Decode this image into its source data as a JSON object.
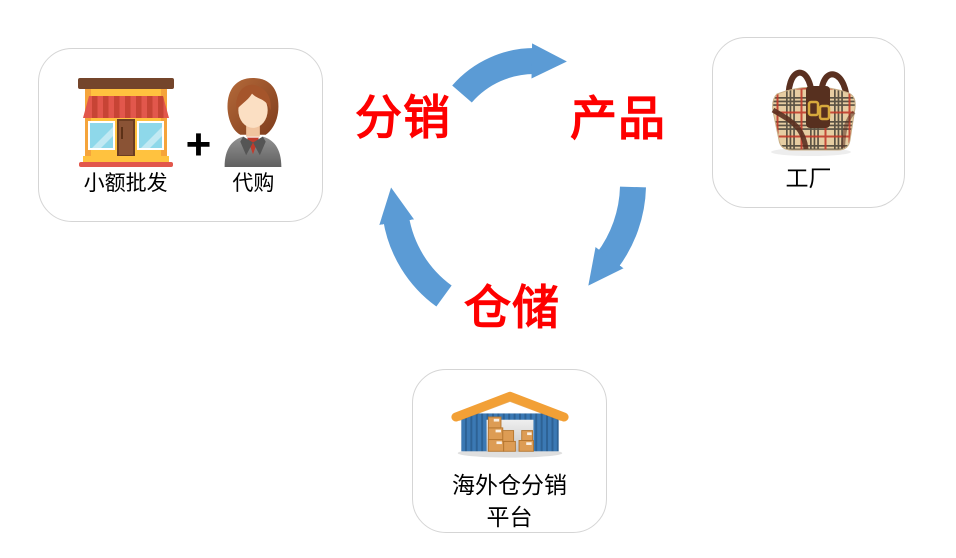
{
  "slide": {
    "background": "#FFFFFF"
  },
  "colors": {
    "arrow-blue": "#5B9BD5",
    "cycle-red": "#FE0000",
    "card-border": "#D5D5D5",
    "label-black": "#000000"
  },
  "cycle": {
    "direction": "clockwise",
    "nodes": [
      {
        "id": "distribution",
        "label": "分销"
      },
      {
        "id": "product",
        "label": "产品"
      },
      {
        "id": "warehousing",
        "label": "仓储"
      }
    ],
    "arrows": [
      {
        "from": "分销",
        "to": "产品",
        "icon": "curved-arrow-right-icon"
      },
      {
        "from": "产品",
        "to": "仓储",
        "icon": "curved-arrow-down-left-icon"
      },
      {
        "from": "仓储",
        "to": "分销",
        "icon": "curved-arrow-up-icon"
      }
    ]
  },
  "cards": {
    "distributors": {
      "separator": "+",
      "items": [
        {
          "icon": "storefront-icon",
          "label": "小额批发"
        },
        {
          "icon": "woman-avatar-icon",
          "label": "代购"
        }
      ]
    },
    "factory": {
      "icon": "handbag-icon",
      "label": "工厂"
    },
    "warehouse": {
      "icon": "warehouse-icon",
      "label_line1": "海外仓分销",
      "label_line2": "平台"
    }
  }
}
